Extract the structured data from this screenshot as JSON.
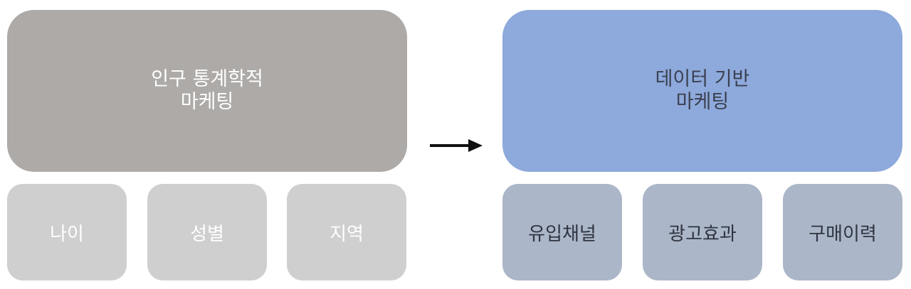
{
  "left_column": {
    "main_line1": "인구 통계학적",
    "main_line2": "마케팅",
    "sub_items": [
      "나이",
      "성별",
      "지역"
    ]
  },
  "right_column": {
    "main_line1": "데이터 기반",
    "main_line2": "마케팅",
    "sub_items": [
      "유입채널",
      "광고효과",
      "구매이력"
    ]
  },
  "colors": {
    "left_main_bg": "#ADAAA8",
    "left_main_text": "#FFFFFF",
    "left_sub_bg": "#D0CFD0",
    "left_sub_text": "#FFFFFF",
    "right_main_bg": "#8EA9DB",
    "right_main_text": "#3A4050",
    "right_sub_bg": "#ABB6C8",
    "right_sub_text": "#2F3440",
    "arrow": "#111111"
  },
  "arrow": {
    "direction": "right"
  }
}
